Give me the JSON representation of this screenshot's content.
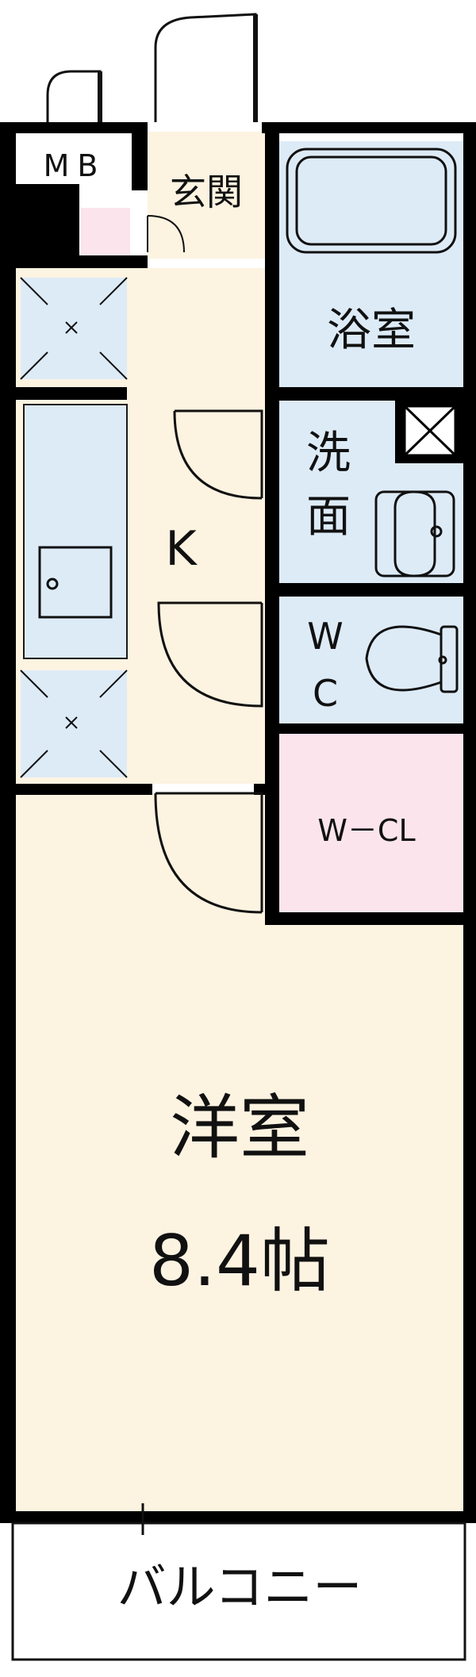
{
  "rooms": {
    "mb": "MB",
    "genkan": "玄関",
    "bath": "浴室",
    "washroom_line1": "洗",
    "washroom_line2": "面",
    "kitchen": "K",
    "wc_line1": "W",
    "wc_line2": "C",
    "wcl": "W－CL",
    "western_room": "洋室",
    "western_room_size": "8.4帖",
    "balcony": "バルコニー"
  },
  "colors": {
    "wall": "#000000",
    "floor_wood": "#fdf3e1",
    "wet_area": "#ddebf7",
    "closet_pink": "#fce4ec",
    "background": "#ffffff"
  }
}
